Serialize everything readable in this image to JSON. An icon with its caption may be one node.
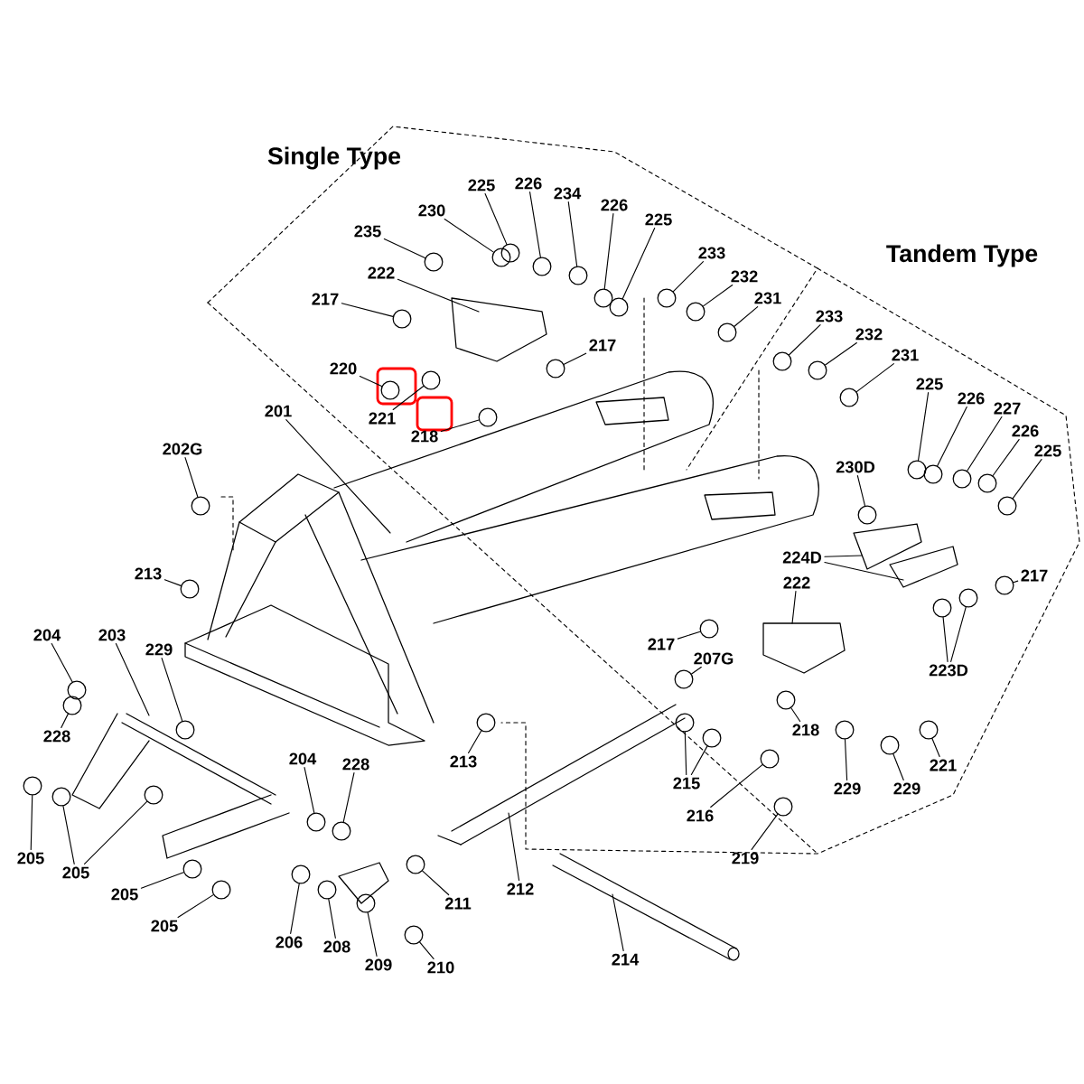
{
  "diagram": {
    "nodes": [
      {
        "text": [
          "225"
        ]
      },
      {
        "text": [
          "226"
        ]
      },
      {
        "text": [
          "234"
        ]
      },
      {
        "text": [
          "226"
        ]
      },
      {
        "text": [
          "225"
        ]
      },
      {
        "text": [
          "230"
        ]
      },
      {
        "text": [
          "235"
        ]
      },
      {
        "text": [
          "233"
        ]
      },
      {
        "text": [
          "232"
        ]
      },
      {
        "text": [
          "231"
        ]
      },
      {
        "text": [
          "222"
        ]
      },
      {
        "text": [
          "217"
        ]
      },
      {
        "text": [
          "217"
        ]
      },
      {
        "text": [
          "220"
        ]
      },
      {
        "text": [
          "221"
        ]
      },
      {
        "text": [
          "218"
        ]
      },
      {
        "text": [
          "201"
        ]
      },
      {
        "text": [
          "202G"
        ]
      },
      {
        "text": [
          "233"
        ]
      },
      {
        "text": [
          "232"
        ]
      },
      {
        "text": [
          "231"
        ]
      },
      {
        "text": [
          "225"
        ]
      },
      {
        "text": [
          "226"
        ]
      },
      {
        "text": [
          "227"
        ]
      },
      {
        "text": [
          "226"
        ]
      },
      {
        "text": [
          "225"
        ]
      },
      {
        "text": [
          "230D"
        ]
      },
      {
        "text": [
          "224D"
        ]
      },
      {
        "text": [
          "217"
        ]
      },
      {
        "text": [
          "222"
        ]
      },
      {
        "text": [
          "217"
        ]
      },
      {
        "text": [
          "207G"
        ]
      },
      {
        "text": [
          "223D"
        ]
      },
      {
        "text": [
          "218"
        ]
      },
      {
        "text": [
          "229"
        ]
      },
      {
        "text": [
          "229"
        ]
      },
      {
        "text": [
          "221"
        ]
      },
      {
        "text": [
          "215"
        ]
      },
      {
        "text": [
          "216"
        ]
      },
      {
        "text": [
          "219"
        ]
      },
      {
        "text": [
          "214"
        ]
      },
      {
        "text": [
          "213"
        ]
      },
      {
        "text": [
          "213"
        ]
      },
      {
        "text": [
          "204"
        ]
      },
      {
        "text": [
          "203"
        ]
      },
      {
        "text": [
          "229"
        ]
      },
      {
        "text": [
          "228"
        ]
      },
      {
        "text": [
          "205"
        ]
      },
      {
        "text": [
          "205"
        ]
      },
      {
        "text": [
          "205"
        ]
      },
      {
        "text": [
          "205"
        ]
      },
      {
        "text": [
          "204"
        ]
      },
      {
        "text": [
          "228"
        ]
      },
      {
        "text": [
          "206"
        ]
      },
      {
        "text": [
          "208"
        ]
      },
      {
        "text": [
          "209"
        ]
      },
      {
        "text": [
          "210"
        ]
      },
      {
        "text": [
          "211"
        ]
      },
      {
        "text": [
          "212"
        ]
      },
      {
        "text": [],
        "shape": "circle"
      },
      {
        "text": [],
        "shape": "circle"
      },
      {
        "text": [],
        "shape": "circle"
      },
      {
        "text": [],
        "shape": "circle"
      },
      {
        "text": [],
        "shape": "circle"
      },
      {
        "text": [],
        "shape": "circle"
      },
      {
        "text": [],
        "shape": "circle"
      },
      {
        "text": [],
        "shape": "circle"
      },
      {
        "text": [],
        "shape": "circle"
      },
      {
        "text": [],
        "shape": "circle"
      },
      {
        "text": [],
        "shape": "circle"
      },
      {
        "text": [],
        "shape": "circle"
      },
      {
        "text": [],
        "shape": "circle"
      },
      {
        "text": [],
        "shape": "circle"
      },
      {
        "text": [],
        "shape": "circle"
      },
      {
        "text": [],
        "shape": "circle"
      },
      {
        "text": [],
        "shape": "circle"
      },
      {
        "text": [],
        "shape": "circle"
      },
      {
        "text": [],
        "shape": "circle"
      },
      {
        "text": [],
        "shape": "circle"
      },
      {
        "text": [],
        "shape": "circle"
      },
      {
        "text": [],
        "shape": "circle"
      },
      {
        "text": [],
        "shape": "circle"
      },
      {
        "text": [],
        "shape": "circle"
      },
      {
        "text": [],
        "shape": "circle"
      },
      {
        "text": [],
        "shape": "circle"
      },
      {
        "text": [],
        "shape": "circle"
      },
      {
        "text": [],
        "shape": "circle"
      },
      {
        "text": [],
        "shape": "circle"
      },
      {
        "text": [],
        "shape": "circle"
      },
      {
        "text": [],
        "shape": "circle"
      },
      {
        "text": [],
        "shape": "circle"
      },
      {
        "text": [],
        "shape": "circle"
      },
      {
        "text": [],
        "shape": "circle"
      },
      {
        "text": [],
        "shape": "circle"
      },
      {
        "text": [],
        "shape": "circle"
      },
      {
        "text": [],
        "shape": "circle"
      },
      {
        "text": [],
        "shape": "circle"
      },
      {
        "text": [],
        "shape": "circle"
      },
      {
        "text": [],
        "shape": "circle"
      },
      {
        "text": [],
        "shape": "circle"
      },
      {
        "text": [],
        "shape": "circle"
      },
      {
        "text": [],
        "shape": "circle"
      },
      {
        "text": [],
        "shape": "circle"
      },
      {
        "text": [],
        "shape": "circle"
      },
      {
        "text": [],
        "shape": "circle"
      },
      {
        "text": [],
        "shape": "circle"
      },
      {
        "text": [],
        "shape": "circle"
      },
      {
        "text": [],
        "shape": "circle"
      },
      {
        "text": [],
        "shape": "circle"
      },
      {
        "text": [],
        "shape": "circle"
      },
      {
        "text": [],
        "shape": "circle"
      },
      {
        "text": [],
        "shape": "circle"
      },
      {
        "text": [],
        "shape": "circle"
      },
      {
        "text": [],
        "shape": "circle"
      }
    ],
    "edges": [
      {
        "from": 0,
        "to": 59,
        "arrow": "none"
      },
      {
        "from": 1,
        "to": 60,
        "arrow": "none"
      },
      {
        "from": 2,
        "to": 61,
        "arrow": "none"
      },
      {
        "from": 3,
        "to": 62,
        "arrow": "none"
      },
      {
        "from": 4,
        "to": 63,
        "arrow": "none"
      },
      {
        "from": 5,
        "to": 64,
        "arrow": "none"
      },
      {
        "from": 6,
        "to": 65,
        "arrow": "none"
      },
      {
        "from": 7,
        "to": 66,
        "arrow": "none"
      },
      {
        "from": 8,
        "to": 67,
        "arrow": "none"
      },
      {
        "from": 9,
        "to": 68,
        "arrow": "none"
      },
      {
        "from": 10,
        "to": null,
        "arrow": "none"
      },
      {
        "from": 11,
        "to": 69,
        "arrow": "none"
      },
      {
        "from": 12,
        "to": 70,
        "arrow": "none"
      },
      {
        "from": 13,
        "to": 71,
        "arrow": "none"
      },
      {
        "from": 14,
        "to": 72,
        "arrow": "none"
      },
      {
        "from": 15,
        "to": 73,
        "arrow": "none"
      },
      {
        "from": 16,
        "to": null,
        "arrow": "none"
      },
      {
        "from": 17,
        "to": 74,
        "arrow": "none"
      },
      {
        "from": 18,
        "to": 75,
        "arrow": "none"
      },
      {
        "from": 19,
        "to": 76,
        "arrow": "none"
      },
      {
        "from": 20,
        "to": 77,
        "arrow": "none"
      },
      {
        "from": 21,
        "to": 78,
        "arrow": "none"
      },
      {
        "from": 22,
        "to": 79,
        "arrow": "none"
      },
      {
        "from": 23,
        "to": 80,
        "arrow": "none"
      },
      {
        "from": 24,
        "to": 81,
        "arrow": "none"
      },
      {
        "from": 25,
        "to": 82,
        "arrow": "none"
      },
      {
        "from": 26,
        "to": 83,
        "arrow": "none"
      },
      {
        "from": 27,
        "to": null,
        "arrow": "none"
      },
      {
        "from": 27,
        "to": null,
        "arrow": "none"
      },
      {
        "from": 28,
        "to": 84,
        "arrow": "none"
      },
      {
        "from": 29,
        "to": null,
        "arrow": "none"
      },
      {
        "from": 30,
        "to": 85,
        "arrow": "none"
      },
      {
        "from": 31,
        "to": 86,
        "arrow": "none"
      },
      {
        "from": 32,
        "to": 87,
        "arrow": "none"
      },
      {
        "from": 32,
        "to": 88,
        "arrow": "none"
      },
      {
        "from": 33,
        "to": 89,
        "arrow": "none"
      },
      {
        "from": 34,
        "to": 90,
        "arrow": "none"
      },
      {
        "from": 35,
        "to": 91,
        "arrow": "none"
      },
      {
        "from": 36,
        "to": 92,
        "arrow": "none"
      },
      {
        "from": 37,
        "to": 93,
        "arrow": "none"
      },
      {
        "from": 37,
        "to": 94,
        "arrow": "none"
      },
      {
        "from": 38,
        "to": 95,
        "arrow": "none"
      },
      {
        "from": 39,
        "to": 96,
        "arrow": "none"
      },
      {
        "from": 40,
        "to": null,
        "arrow": "none"
      },
      {
        "from": 41,
        "to": 97,
        "arrow": "none"
      },
      {
        "from": 42,
        "to": 98,
        "arrow": "none"
      },
      {
        "from": 43,
        "to": 99,
        "arrow": "none"
      },
      {
        "from": 44,
        "to": null,
        "arrow": "none"
      },
      {
        "from": 45,
        "to": 100,
        "arrow": "none"
      },
      {
        "from": 46,
        "to": 101,
        "arrow": "none"
      },
      {
        "from": 47,
        "to": 102,
        "arrow": "none"
      },
      {
        "from": 48,
        "to": 103,
        "arrow": "none"
      },
      {
        "from": 48,
        "to": 104,
        "arrow": "none"
      },
      {
        "from": 49,
        "to": 105,
        "arrow": "none"
      },
      {
        "from": 50,
        "to": 106,
        "arrow": "none"
      },
      {
        "from": 51,
        "to": 107,
        "arrow": "none"
      },
      {
        "from": 52,
        "to": 108,
        "arrow": "none"
      },
      {
        "from": 53,
        "to": 109,
        "arrow": "none"
      },
      {
        "from": 54,
        "to": 110,
        "arrow": "none"
      },
      {
        "from": 55,
        "to": 111,
        "arrow": "none"
      },
      {
        "from": 56,
        "to": 112,
        "arrow": "none"
      },
      {
        "from": 57,
        "to": 113,
        "arrow": "none"
      },
      {
        "from": 58,
        "to": null,
        "arrow": "none"
      }
    ],
    "labels": [
      "Single Type",
      "Tandem Type"
    ]
  }
}
